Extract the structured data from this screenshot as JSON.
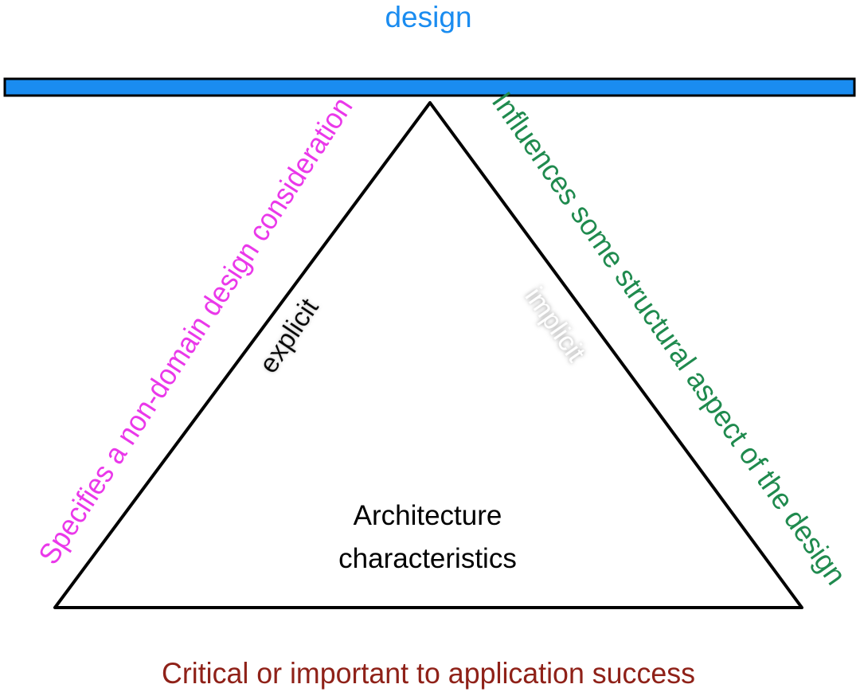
{
  "diagram": {
    "top_label": "design",
    "left_side_label": "Specifies a non-domain  design consideration",
    "right_side_label": "Influences some structural aspect of the design",
    "left_edge_word": "explicit",
    "right_edge_word": "implicit",
    "center_line_1": "Architecture",
    "center_line_2": "characteristics",
    "bottom_label": "Critical or important to application success"
  },
  "colors": {
    "design_bar": "#1a8cf0",
    "design_text": "#1a8cf0",
    "left_text": "#ea38ea",
    "right_text": "#1f8a4e",
    "bottom_text": "#8f2118",
    "outline": "#000000",
    "implicit_text": "#ffffff",
    "implicit_shadow": "#9a9a9a"
  }
}
